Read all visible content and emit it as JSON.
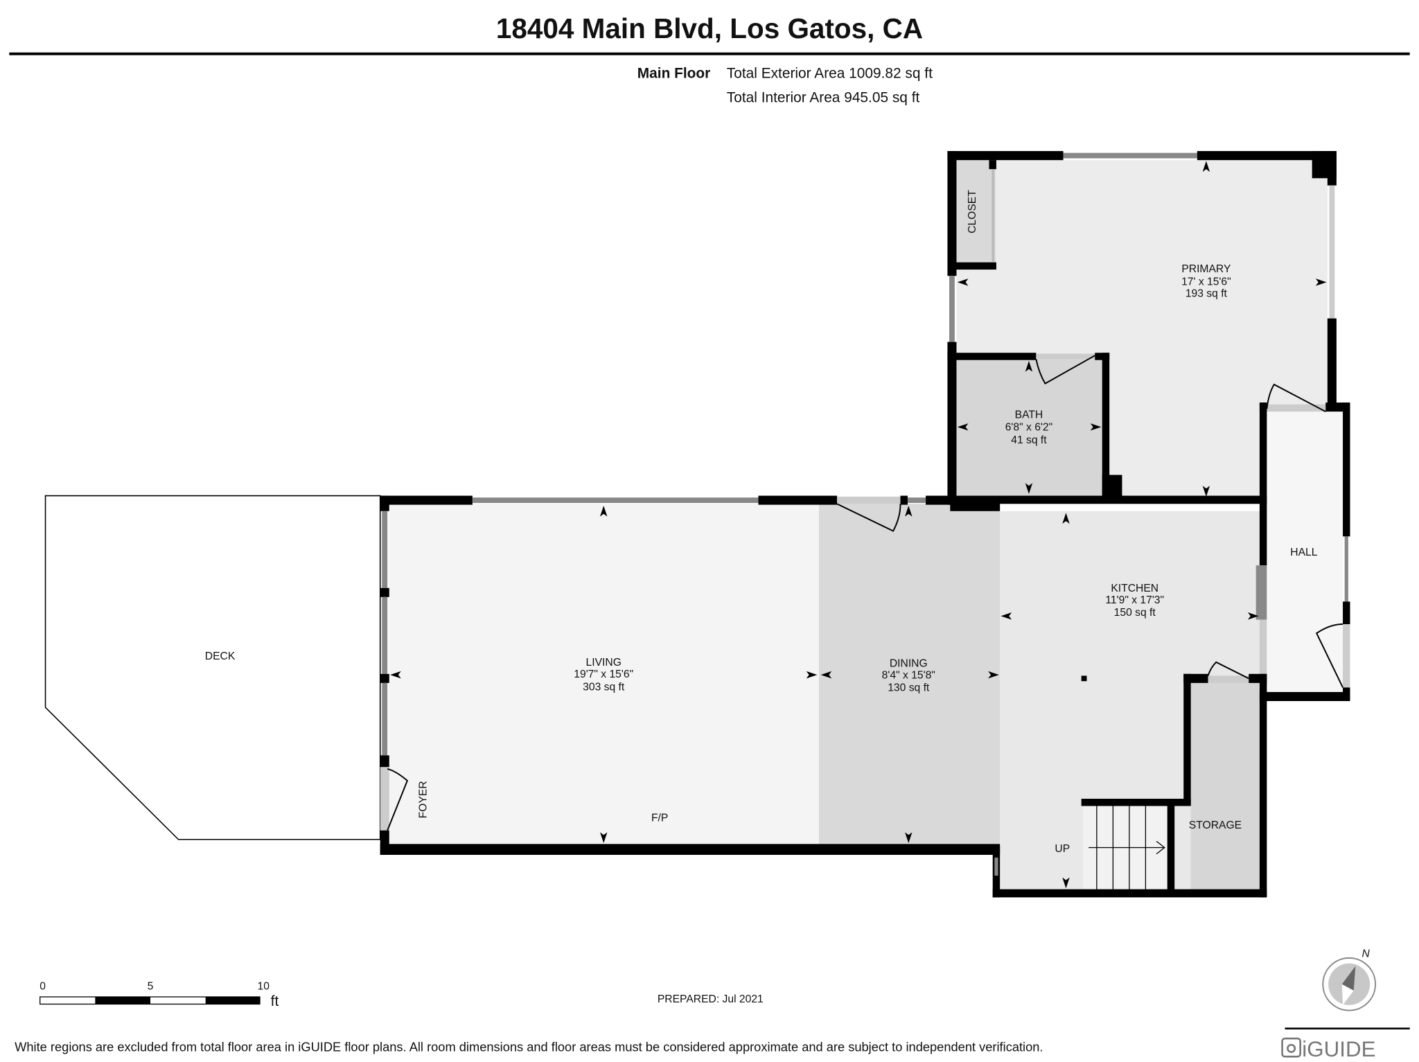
{
  "title": "18404 Main Blvd, Los Gatos, CA",
  "floor": {
    "name": "Main Floor",
    "exterior_area": "Total Exterior Area 1009.82 sq ft",
    "interior_area": "Total Interior Area 945.05 sq ft"
  },
  "rooms": {
    "closet": {
      "name": "CLOSET"
    },
    "primary": {
      "name": "PRIMARY",
      "dims": "17' x 15'6\"",
      "area": "193 sq ft"
    },
    "bath": {
      "name": "BATH",
      "dims": "6'8\" x 6'2\"",
      "area": "41 sq ft"
    },
    "hall": {
      "name": "HALL"
    },
    "kitchen": {
      "name": "KITCHEN",
      "dims": "11'9\" x 17'3\"",
      "area": "150 sq ft"
    },
    "living": {
      "name": "LIVING",
      "dims": "19'7\" x 15'6\"",
      "area": "303 sq ft"
    },
    "dining": {
      "name": "DINING",
      "dims": "8'4\" x 15'8\"",
      "area": "130 sq ft"
    },
    "deck": {
      "name": "DECK"
    },
    "foyer": {
      "name": "FOYER"
    },
    "storage": {
      "name": "STORAGE"
    },
    "fireplace": {
      "name": "F/P"
    },
    "stairs": {
      "name": "UP"
    }
  },
  "scale_bar": {
    "labels": [
      "0",
      "5",
      "10"
    ],
    "unit": "ft"
  },
  "compass": {
    "label": "N"
  },
  "prepared": "PREPARED: Jul 2021",
  "footer": {
    "disclaimer": "White regions are excluded from total floor area in iGUIDE floor plans. All room dimensions and floor areas must be considered approximate and are subject to independent verification.",
    "brand": "iGUIDE"
  }
}
